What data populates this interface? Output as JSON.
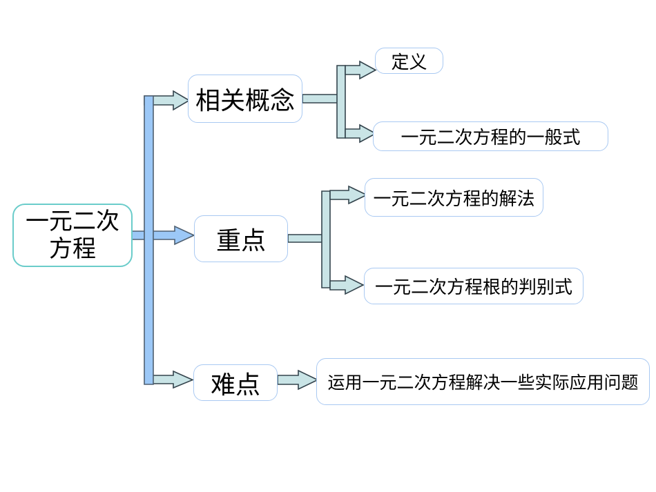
{
  "colors": {
    "blue_fill": "#9cc8f7",
    "blue_stroke": "#4e5f70",
    "teal_fill": "#c9e4e6",
    "teal_stroke": "#33434c",
    "node_border_blue": "#a9c9f2",
    "root_border_teal": "#6accca",
    "text": "#000000",
    "background": "#ffffff"
  },
  "nodes": {
    "root": {
      "line1": "一元二次",
      "line2": "方程"
    },
    "related_concepts": {
      "label": "相关概念"
    },
    "key_points": {
      "label": "重点"
    },
    "difficult_points": {
      "label": "难点"
    },
    "definition": {
      "label": "定义"
    },
    "general_form": {
      "label": "一元二次方程的一般式"
    },
    "solving_methods": {
      "label": "一元二次方程的解法"
    },
    "discriminant": {
      "label": "一元二次方程根的判别式"
    },
    "application": {
      "label": "运用一元二次方程解决一些实际应用问题"
    }
  }
}
